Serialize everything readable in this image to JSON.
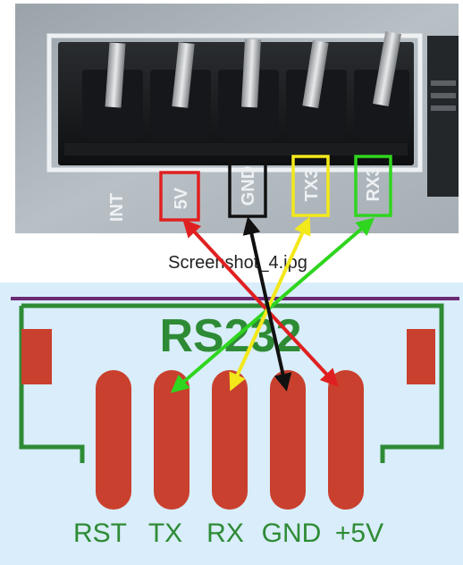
{
  "photo": {
    "caption": "Screenshot_4.jpg",
    "header_labels": [
      {
        "key": "int",
        "text": "INT"
      },
      {
        "key": "5v",
        "text": "5V"
      },
      {
        "key": "gnd",
        "text": "GND"
      },
      {
        "key": "tx",
        "text": "TX3"
      },
      {
        "key": "rx",
        "text": "RX3"
      }
    ],
    "highlight_colors": {
      "5v": "#e02020",
      "gnd": "#111111",
      "tx": "#f2e81a",
      "rx": "#2fd51e"
    }
  },
  "schematic": {
    "title": "RS232",
    "pin_labels": [
      "RST",
      "TX",
      "RX",
      "GND",
      "+5V"
    ],
    "colors": {
      "background": "#d9edfa",
      "silkscreen": "#2e8b35",
      "pad": "#c9402e",
      "top_rule": "#6b2a73"
    }
  },
  "wires": [
    {
      "from": "5v",
      "to": "+5V",
      "color": "#e02020"
    },
    {
      "from": "gnd",
      "to": "GND",
      "color": "#111111"
    },
    {
      "from": "tx",
      "to": "RX",
      "color": "#f2e81a"
    },
    {
      "from": "rx",
      "to": "TX",
      "color": "#2fd51e"
    }
  ]
}
